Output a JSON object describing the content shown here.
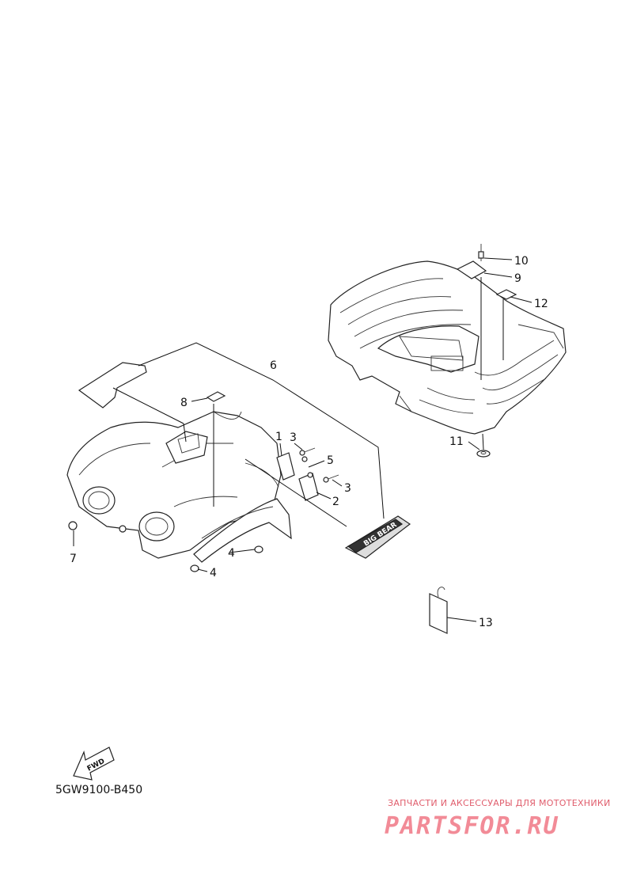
{
  "diagram_code": "5GW9100-B450",
  "direction_label": "FWD",
  "decal_text": "BIG BEAR",
  "watermark": {
    "subtitle": "ЗАПЧАСТИ И АКСЕССУАРЫ ДЛЯ МОТОТЕХНИКИ",
    "brand": "PARTSFOR.RU"
  },
  "callouts": [
    {
      "id": "c1",
      "label": "1"
    },
    {
      "id": "c2",
      "label": "2"
    },
    {
      "id": "c3a",
      "label": "3"
    },
    {
      "id": "c3b",
      "label": "3"
    },
    {
      "id": "c4a",
      "label": "4"
    },
    {
      "id": "c4b",
      "label": "4"
    },
    {
      "id": "c5",
      "label": "5"
    },
    {
      "id": "c6",
      "label": "6"
    },
    {
      "id": "c7",
      "label": "7"
    },
    {
      "id": "c8",
      "label": "8"
    },
    {
      "id": "c9",
      "label": "9"
    },
    {
      "id": "c10",
      "label": "10"
    },
    {
      "id": "c11",
      "label": "11"
    },
    {
      "id": "c12",
      "label": "12"
    },
    {
      "id": "c13",
      "label": "13"
    }
  ]
}
